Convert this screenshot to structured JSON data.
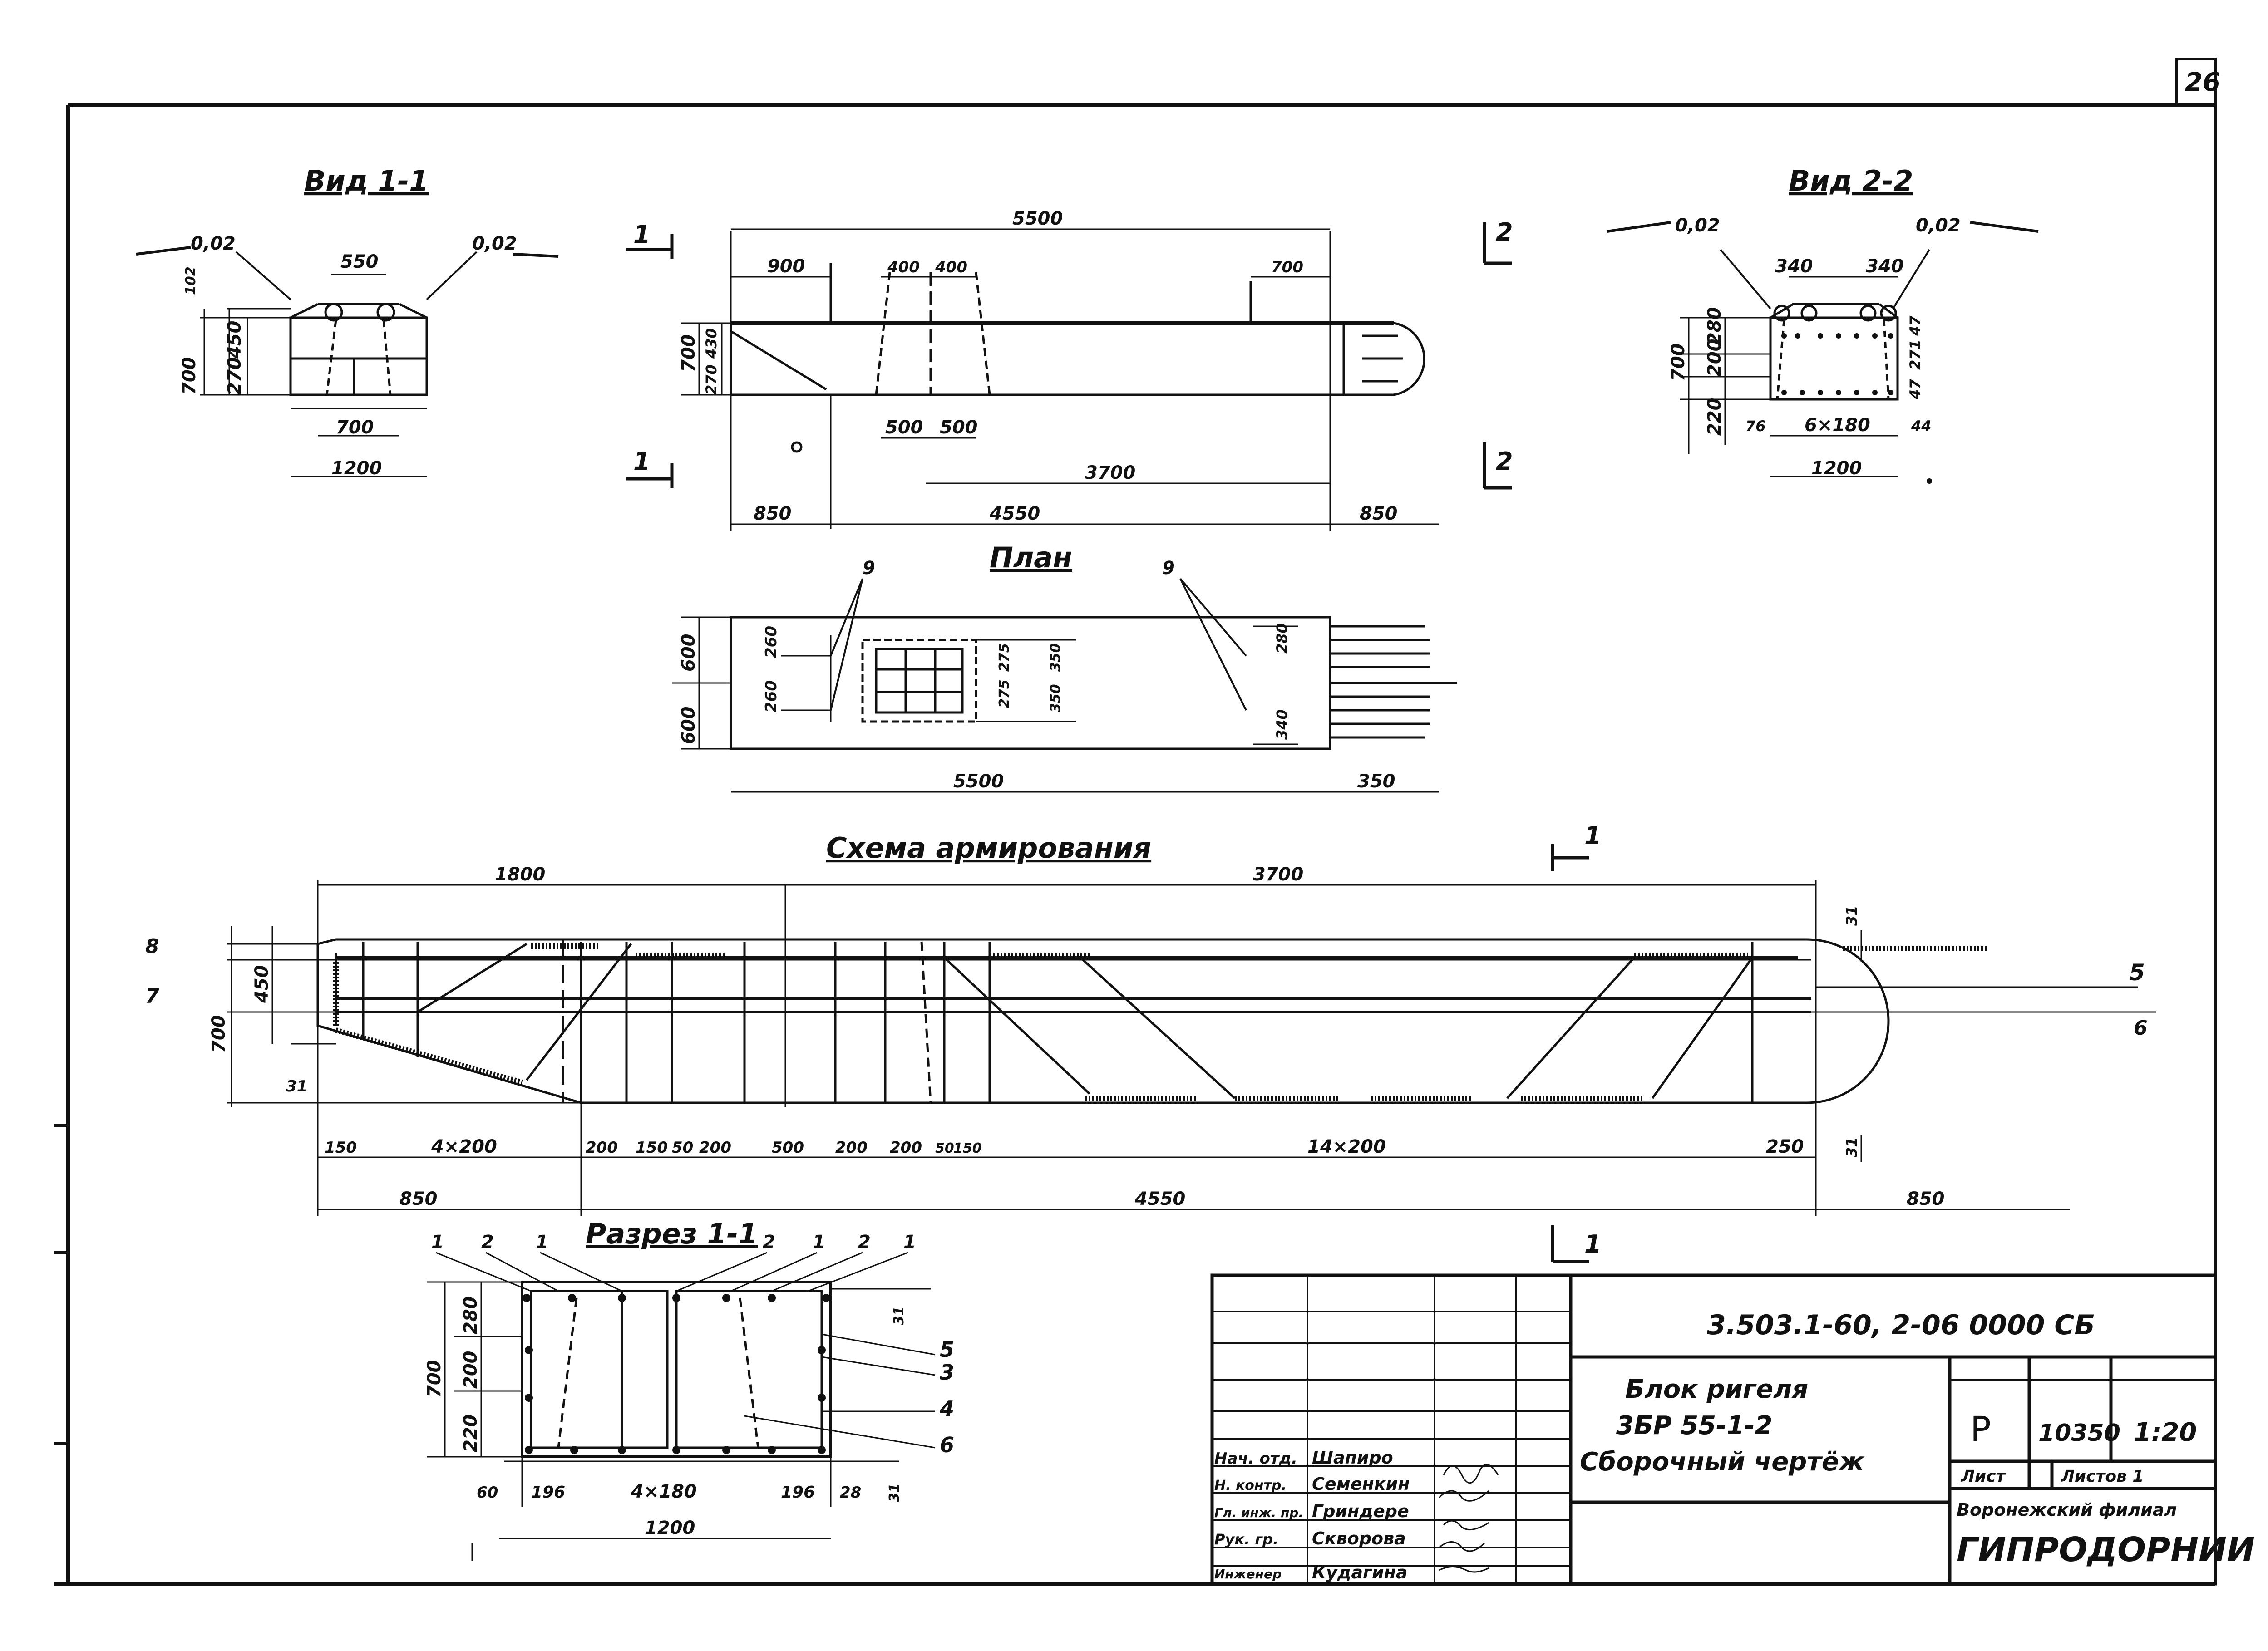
{
  "sheet": {
    "page_number": "26"
  },
  "views": {
    "view11": {
      "title": "Вид 1-1",
      "dims": {
        "slope_left": "0,02",
        "slope_right": "0,02",
        "top_width": "550",
        "height_total": "700",
        "h_top": "102",
        "h_mid": "450",
        "h_bottom": "270",
        "inner_width": "700",
        "width": "1200"
      }
    },
    "elevation": {
      "dims": {
        "length": "5500",
        "left_900": "900",
        "d400a": "400",
        "d400b": "400",
        "right_700": "700",
        "height": "700",
        "h270": "270",
        "h430": "430",
        "d500a": "500",
        "d500b": "500",
        "d3700": "3700",
        "d850_left": "850",
        "d4550": "4550",
        "d850_right": "850"
      },
      "sections": {
        "s1_top": "1",
        "s1_bottom": "1",
        "s2_top": "2",
        "s2_bottom": "2"
      }
    },
    "view22": {
      "title": "Вид 2-2",
      "dims": {
        "slope_left": "0,02",
        "slope_right": "0,02",
        "top_left": "340",
        "top_right": "340",
        "h_top": "280",
        "h_mid": "200",
        "h_bottom": "220",
        "height_total": "700",
        "right_47_top": "47",
        "right_271": "271",
        "right_47_bottom": "47",
        "bottom_76": "76",
        "bottom_spacing": "6×180",
        "bottom_44": "44",
        "width": "1200"
      }
    },
    "plan": {
      "title": "План",
      "dims": {
        "w600_top": "600",
        "w600_bottom": "600",
        "d260a": "260",
        "d260b": "260",
        "d275": "275",
        "d275b": "275",
        "d350a": "350",
        "d350b": "350",
        "d280": "280",
        "d340": "340",
        "length": "5500",
        "tail": "350",
        "callout_left": "9",
        "callout_right": "9"
      }
    },
    "reinforcement": {
      "title": "Схема армирования",
      "dims": {
        "d1800": "1800",
        "d3700": "3700",
        "height": "700",
        "h450": "450",
        "c31_left": "31",
        "c31_right_top": "31",
        "c31_right_bottom": "31",
        "b150": "150",
        "b4x200": "4×200",
        "b200a": "200",
        "b150b": "150",
        "b50": "50",
        "b200b": "200",
        "b500": "500",
        "b200c": "200",
        "b200d": "200",
        "b50b": "50",
        "b150c": "150",
        "b14x200": "14×200",
        "b250": "250",
        "o850_left": "850",
        "o4550": "4550",
        "o850_right": "850"
      },
      "positions": {
        "p8": "8",
        "p7": "7",
        "p5": "5",
        "p6": "6"
      },
      "section_marks": {
        "top": "1",
        "bottom": "1"
      }
    },
    "section11": {
      "title": "Разрез 1-1",
      "callouts": [
        "1",
        "2",
        "1",
        "2",
        "1",
        "2",
        "1"
      ],
      "positions": [
        "5",
        "3",
        "4",
        "6"
      ],
      "dims": {
        "h280": "280",
        "h200": "200",
        "h220": "220",
        "height": "700",
        "c31": "31",
        "b60": "60",
        "b196a": "196",
        "b4x180": "4×180",
        "b196b": "196",
        "b28": "28",
        "b31": "31",
        "width": "1200"
      }
    }
  },
  "title_block": {
    "doc_code": "3.503.1-60, 2-06 0000 СБ",
    "name_line1": "Блок ригеля",
    "name_line2": "3БР 55-1-2",
    "name_line3": "Сборочный чертёж",
    "stage": "Р",
    "mass": "10350",
    "scale": "1:20",
    "sheet_label": "Лист",
    "sheets_label": "Листов 1",
    "org_line1": "Воронежский филиал",
    "org_line2": "ГИПРОДОРНИИ",
    "signatures": [
      {
        "role": "Нач. отд.",
        "name": "Шапиро"
      },
      {
        "role": "Н. контр.",
        "name": "Семенкин"
      },
      {
        "role": "Гл. инж. пр.",
        "name": "Гриндере"
      },
      {
        "role": "Рук. гр.",
        "name": "Скворова"
      },
      {
        "role": "Инженер",
        "name": "Кудагина"
      }
    ]
  }
}
